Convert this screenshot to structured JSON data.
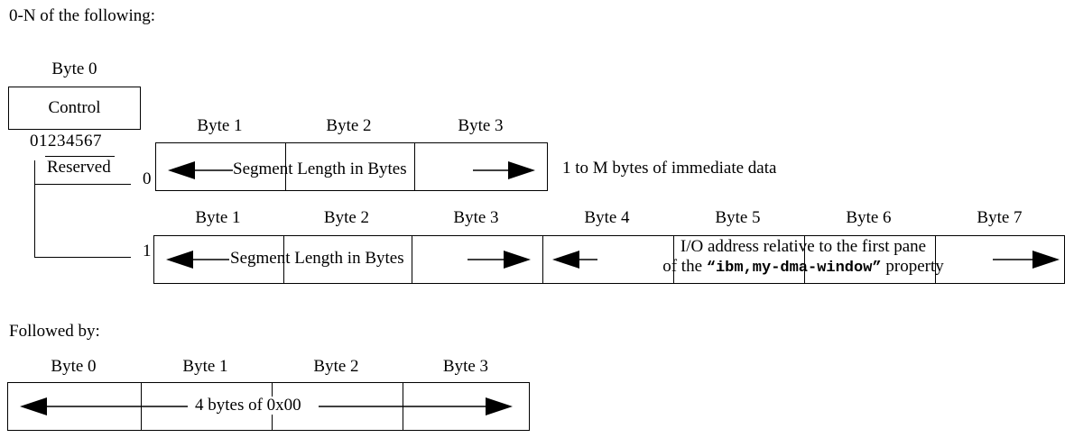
{
  "diagram": {
    "intro_text": "0-N of the following:",
    "followed_by_text": "Followed by:",
    "control_block": {
      "header": "Byte 0",
      "label": "Control",
      "bits": "01234567",
      "reserved_label": "Reserved"
    },
    "rows": [
      {
        "row_label": "0",
        "headers": [
          "Byte 1",
          "Byte 2",
          "Byte 3"
        ],
        "span_label": "Segment Length in Bytes",
        "side_note": "1 to M bytes of immediate data"
      },
      {
        "row_label": "1",
        "left_headers": [
          "Byte 1",
          "Byte 2",
          "Byte 3"
        ],
        "left_span_label": "Segment Length in Bytes",
        "right_headers": [
          "Byte 4",
          "Byte 5",
          "Byte 6",
          "Byte 7"
        ],
        "right_span_line1": "I/O address relative to the first pane",
        "right_span_line2_prefix": "of the ",
        "right_span_property": "“ibm,my-dma-window”",
        "right_span_line2_suffix": " property"
      }
    ],
    "trailer": {
      "headers": [
        "Byte 0",
        "Byte 1",
        "Byte 2",
        "Byte 3"
      ],
      "span_label": "4 bytes of 0x00"
    },
    "colors": {
      "stroke": "#000000",
      "background": "#ffffff"
    }
  }
}
